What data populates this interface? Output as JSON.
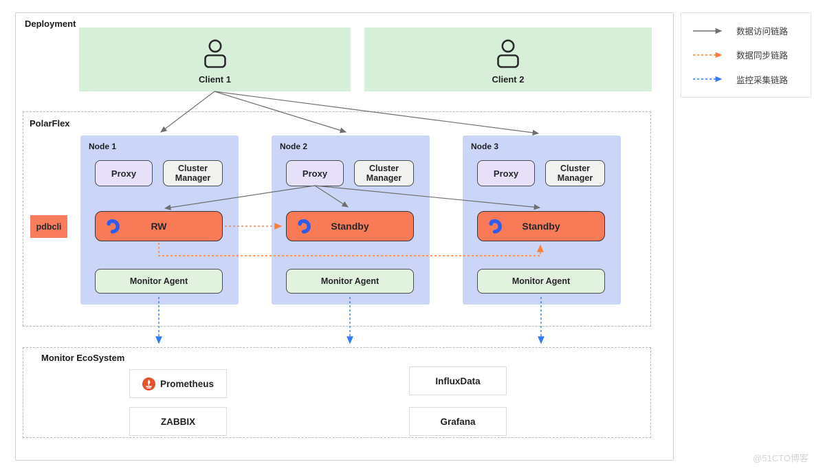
{
  "deployment": {
    "label": "Deployment"
  },
  "clients": [
    {
      "label": "Client 1"
    },
    {
      "label": "Client 2"
    }
  ],
  "polarflex": {
    "label": "PolarFlex",
    "pdbcli_label": "pdbcli",
    "nodes": [
      {
        "label": "Node 1",
        "proxy": "Proxy",
        "cluster_manager": "Cluster Manager",
        "db_role": "RW",
        "monitor": "Monitor Agent"
      },
      {
        "label": "Node 2",
        "proxy": "Proxy",
        "cluster_manager": "Cluster Manager",
        "db_role": "Standby",
        "monitor": "Monitor Agent"
      },
      {
        "label": "Node 3",
        "proxy": "Proxy",
        "cluster_manager": "Cluster Manager",
        "db_role": "Standby",
        "monitor": "Monitor Agent"
      }
    ]
  },
  "monitor_ecosystem": {
    "label": "Monitor EcoSystem",
    "tools": [
      "Prometheus",
      "ZABBIX",
      "InfluxData",
      "Grafana"
    ]
  },
  "legend": {
    "items": [
      {
        "label": "数据访问链路",
        "color": "#6f6f6f",
        "style": "solid"
      },
      {
        "label": "数据同步链路",
        "color": "#ff7e33",
        "style": "dashed"
      },
      {
        "label": "监控采集链路",
        "color": "#2f7bf5",
        "style": "dashed"
      }
    ]
  },
  "watermark": "@51CTO博客",
  "colors": {
    "client_bg": "#d7efd9",
    "node_bg": "#cad5f8",
    "proxy_bg": "#e7e0f9",
    "cluster_manager_bg": "#f1f1ef",
    "db_bg": "#f97a57",
    "monitor_agent_bg": "#e1f3de",
    "access_link": "#6f6f6f",
    "sync_link": "#ff7e33",
    "collect_link": "#2f7bf5",
    "polardb_icon_blue": "#2e5bf0",
    "prometheus_orange": "#e6522c"
  }
}
